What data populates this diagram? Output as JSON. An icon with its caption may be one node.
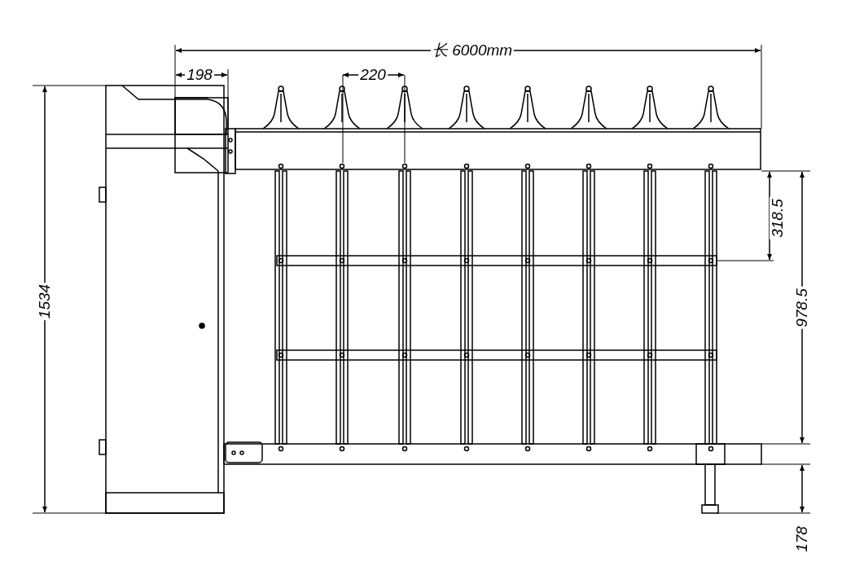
{
  "diagram": {
    "labels": [
      "长 6000mm",
      "198",
      "220",
      "1534",
      "318.5",
      "978.5",
      "178"
    ]
  }
}
